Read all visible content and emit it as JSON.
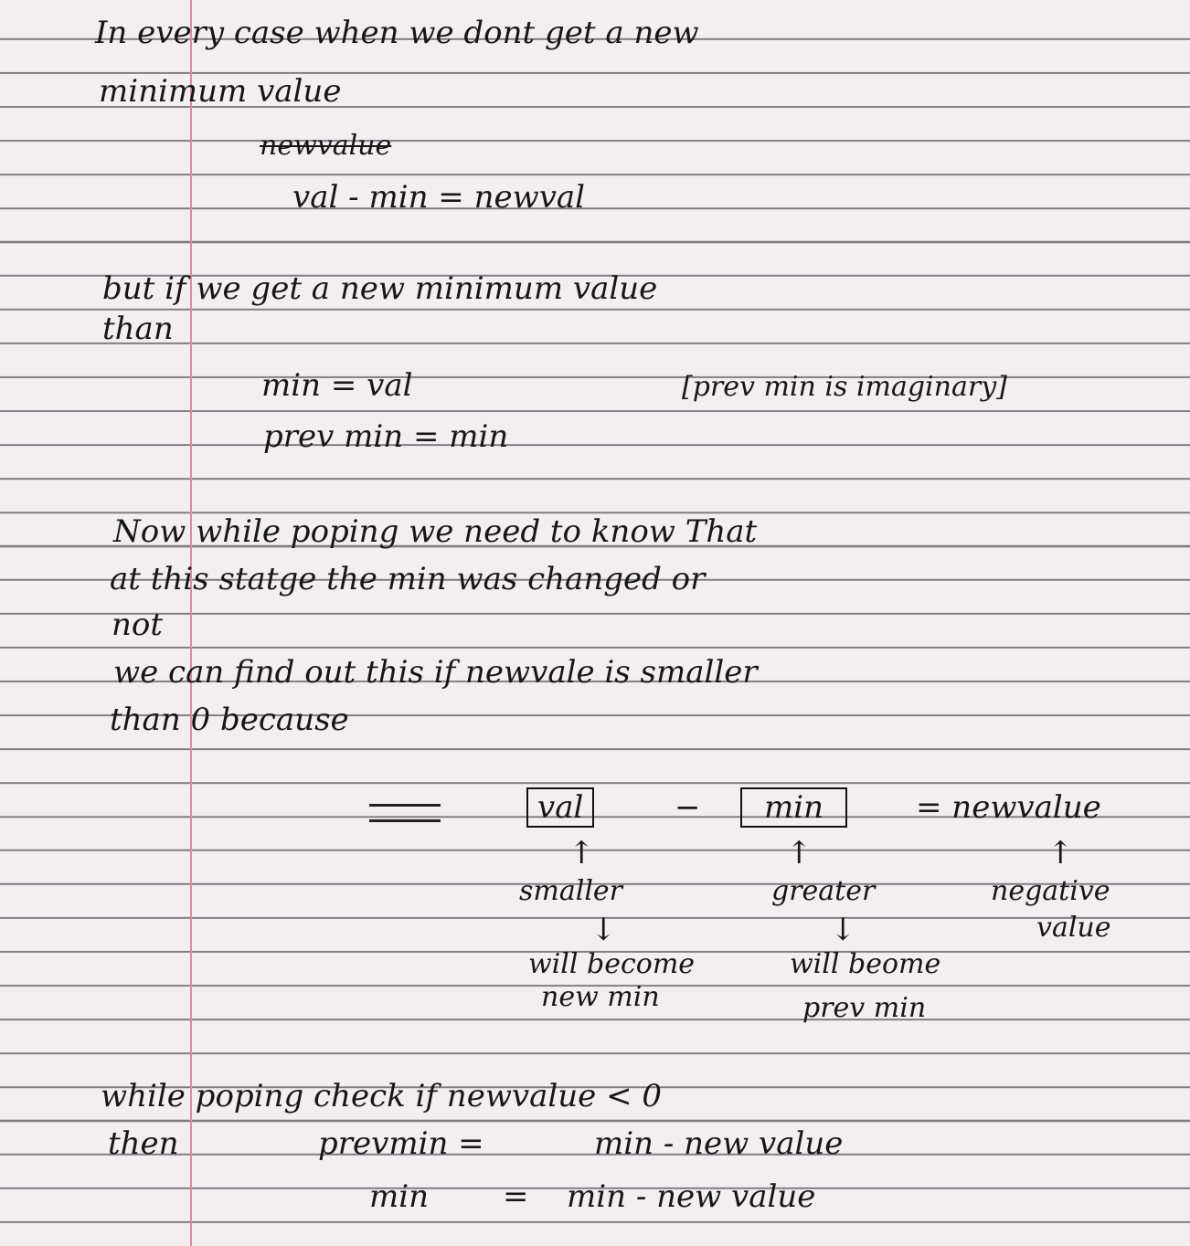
{
  "notes": {
    "line1": "In every case when we dont get a new",
    "line2": "minimum value",
    "line3_crossed": "newvalue",
    "line4": "val - min = newval",
    "line5": "but if we get a new minimum value",
    "line6": "than",
    "line7": "min = val",
    "line7_note": "[prev min is imaginary]",
    "line8": "prev min = min",
    "line9": "Now while poping we need to know That",
    "line10": "at this statge the min was changed or",
    "line11": "not",
    "line12": "we can find out this if newvale is smaller",
    "line13": "than 0 because",
    "equation": {
      "val": "val",
      "minus": "−",
      "min": "min",
      "equals": "= newvalue"
    },
    "arrows": {
      "up": "↑",
      "down": "↓"
    },
    "labels": {
      "val_label": "smaller",
      "val_result_1": "will become",
      "val_result_2": "new min",
      "min_label": "greater",
      "min_result_1": "will beome",
      "min_result_2": "prev min",
      "newvalue_label_1": "negative",
      "newvalue_label_2": "value"
    },
    "final1": "while poping check if newvalue < 0",
    "final2_left": "then",
    "final2_mid": "prevmin =",
    "final2_right": "min - new value",
    "final3_left": "min",
    "final3_mid": "=",
    "final3_right": "min - new value"
  }
}
